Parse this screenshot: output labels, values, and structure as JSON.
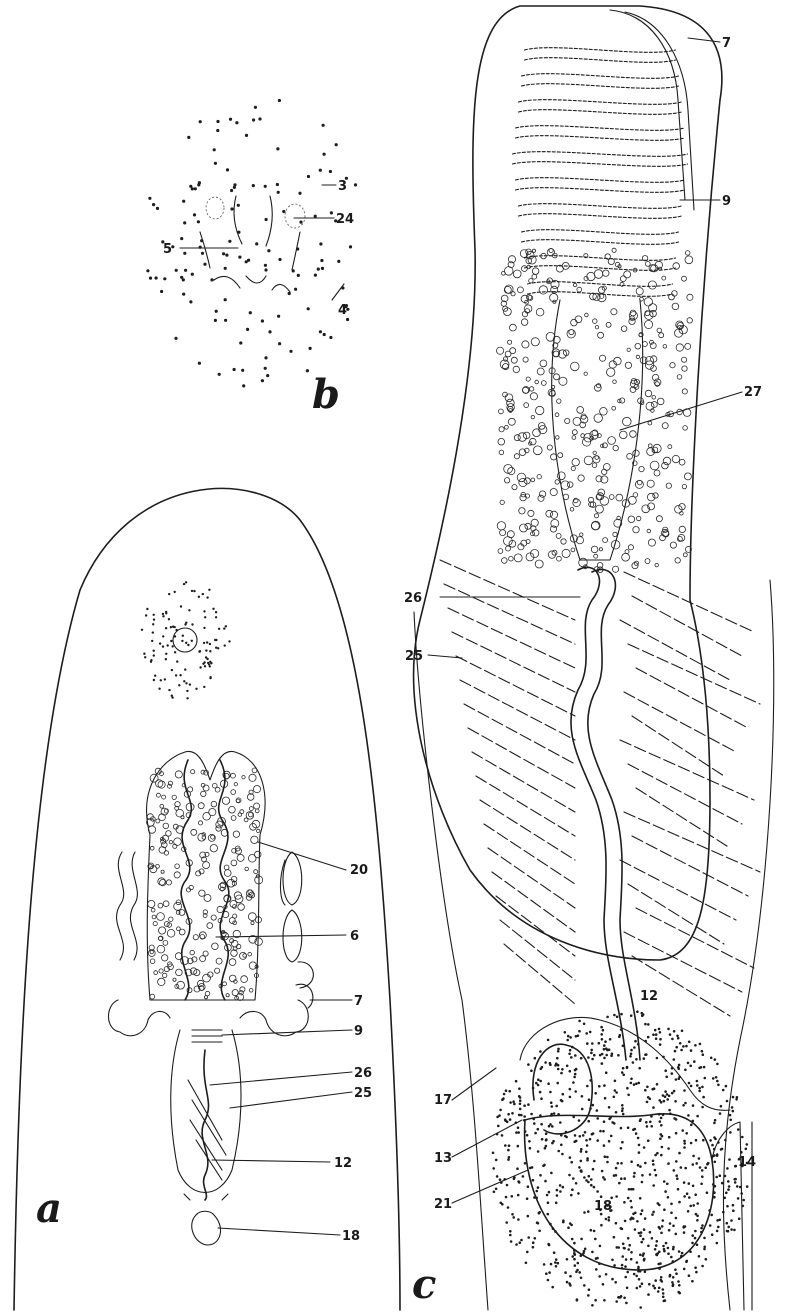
{
  "panels": {
    "a": "a",
    "b": "b",
    "c": "c"
  },
  "labels": {
    "b": [
      "3",
      "24",
      "5",
      "4"
    ],
    "a": [
      "20",
      "6",
      "7",
      "9",
      "26",
      "25",
      "12",
      "18"
    ],
    "c": [
      "7",
      "9",
      "27",
      "26",
      "25",
      "12",
      "17",
      "13",
      "21",
      "18",
      "14"
    ]
  },
  "colors": {
    "ink": "#1d1d1d",
    "paper": "#ffffff"
  }
}
